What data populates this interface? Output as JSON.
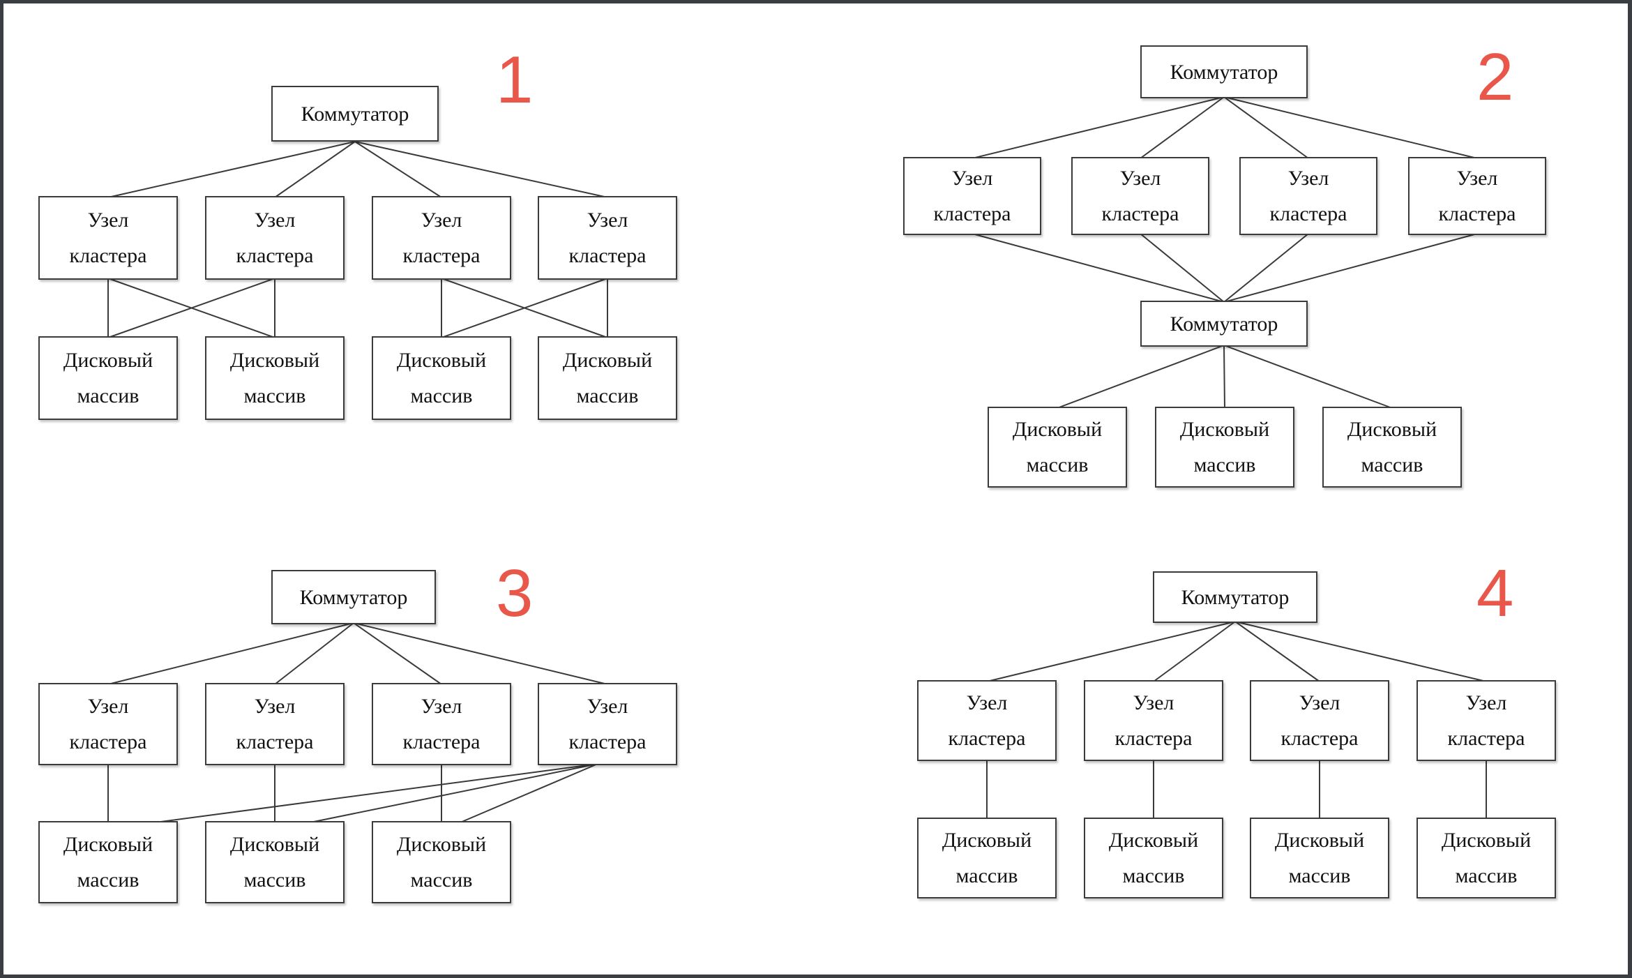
{
  "labels": {
    "switch": "Коммутатор",
    "cluster_node": "Узел\nкластера",
    "disk_array": "Дисковый\nмассив"
  },
  "colors": {
    "accent": "#e8574a",
    "line": "#3a3a3a",
    "box_border": "#3b3b3b",
    "frame": "#3a3d42",
    "text": "#121212",
    "background": "#ffffff"
  },
  "diagrams": [
    {
      "number": "1",
      "switches": [
        "Коммутатор"
      ],
      "cluster_nodes": [
        "Узел кластера",
        "Узел кластера",
        "Узел кластера",
        "Узел кластера"
      ],
      "disk_arrays": [
        "Дисковый массив",
        "Дисковый массив",
        "Дисковый массив",
        "Дисковый массив"
      ],
      "edges": [
        "switch-node1",
        "switch-node2",
        "switch-node3",
        "switch-node4",
        "node1-disk1",
        "node1-disk2",
        "node2-disk1",
        "node2-disk2",
        "node3-disk3",
        "node3-disk4",
        "node4-disk3",
        "node4-disk4"
      ]
    },
    {
      "number": "2",
      "switches": [
        "Коммутатор",
        "Коммутатор"
      ],
      "cluster_nodes": [
        "Узел кластера",
        "Узел кластера",
        "Узел кластера",
        "Узел кластера"
      ],
      "disk_arrays": [
        "Дисковый массив",
        "Дисковый массив",
        "Дисковый массив"
      ],
      "edges": [
        "switch1-node1",
        "switch1-node2",
        "switch1-node3",
        "switch1-node4",
        "node1-switch2",
        "node2-switch2",
        "node3-switch2",
        "node4-switch2",
        "switch2-disk1",
        "switch2-disk2",
        "switch2-disk3"
      ]
    },
    {
      "number": "3",
      "switches": [
        "Коммутатор"
      ],
      "cluster_nodes": [
        "Узел кластера",
        "Узел кластера",
        "Узел кластера",
        "Узел кластера"
      ],
      "disk_arrays": [
        "Дисковый массив",
        "Дисковый массив",
        "Дисковый массив"
      ],
      "edges": [
        "switch-node1",
        "switch-node2",
        "switch-node3",
        "switch-node4",
        "node1-disk1",
        "node2-disk2",
        "node3-disk3",
        "node4-disk1",
        "node4-disk2",
        "node4-disk3"
      ]
    },
    {
      "number": "4",
      "switches": [
        "Коммутатор"
      ],
      "cluster_nodes": [
        "Узел кластера",
        "Узел кластера",
        "Узел кластера",
        "Узел кластера"
      ],
      "disk_arrays": [
        "Дисковый массив",
        "Дисковый массив",
        "Дисковый массив",
        "Дисковый массив"
      ],
      "edges": [
        "switch-node1",
        "switch-node2",
        "switch-node3",
        "switch-node4",
        "node1-disk1",
        "node2-disk2",
        "node3-disk3",
        "node4-disk4"
      ]
    }
  ]
}
